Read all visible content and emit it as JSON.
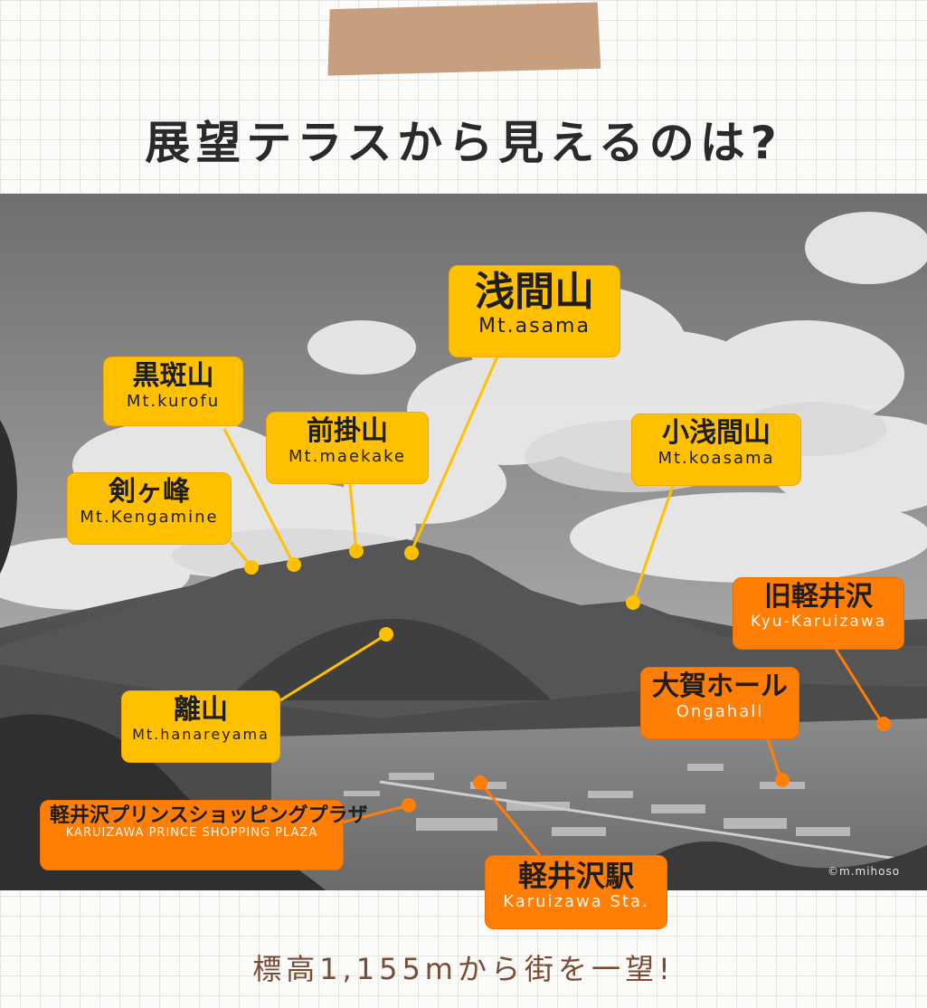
{
  "title": "展望テラスから見えるのは?",
  "footer": "標高1,155mから街を一望!",
  "watermark": "©m.mihoso",
  "colors": {
    "yellow": "#ffc000",
    "orange": "#ff7f06",
    "tape": "#c49a77",
    "leader": "#ffc000"
  },
  "labels": {
    "asama": {
      "jp": "浅間山",
      "en": "Mt.asama"
    },
    "kurofu": {
      "jp": "黒斑山",
      "en": "Mt.kurofu"
    },
    "maekake": {
      "jp": "前掛山",
      "en": "Mt.maekake"
    },
    "koasama": {
      "jp": "小浅間山",
      "en": "Mt.koasama"
    },
    "kengamine": {
      "jp": "剣ヶ峰",
      "en": "Mt.Kengamine"
    },
    "kyukaru": {
      "jp": "旧軽井沢",
      "en": "Kyu-Karuizawa"
    },
    "ongahall": {
      "jp": "大賀ホール",
      "en": "Ongahall"
    },
    "hanare": {
      "jp": "離山",
      "en": "Mt.hanareyama"
    },
    "prince": {
      "jp": "軽井沢プリンスショッピングプラザ",
      "en": "KARUIZAWA PRINCE SHOPPING PLAZA"
    },
    "station": {
      "jp": "軽井沢駅",
      "en": "Karuizawa Sta."
    }
  }
}
